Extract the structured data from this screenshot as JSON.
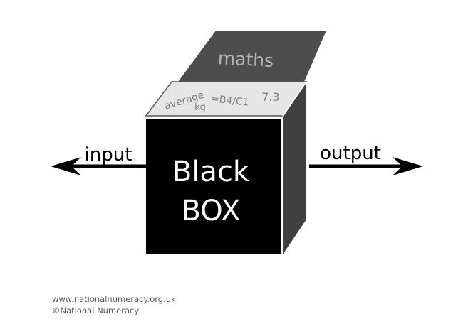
{
  "diagram": {
    "input_label": "input",
    "output_label": "output",
    "box_line1": "Black",
    "box_line2": "BOX",
    "lid_label": "maths",
    "formula_average": "average",
    "formula_kg": "kg",
    "formula_expr": "=B4/C1",
    "formula_result": "7.3"
  },
  "footer": {
    "website": "www.nationalnumeracy.org.uk",
    "copyright": "©National Numeracy"
  },
  "colors": {
    "box_front": "#000000",
    "box_side": "#404040",
    "lid": "#4d4d4d",
    "lid_text": "#b3b3b3",
    "top_face": "#e6e6e6",
    "top_text": "#808080"
  }
}
